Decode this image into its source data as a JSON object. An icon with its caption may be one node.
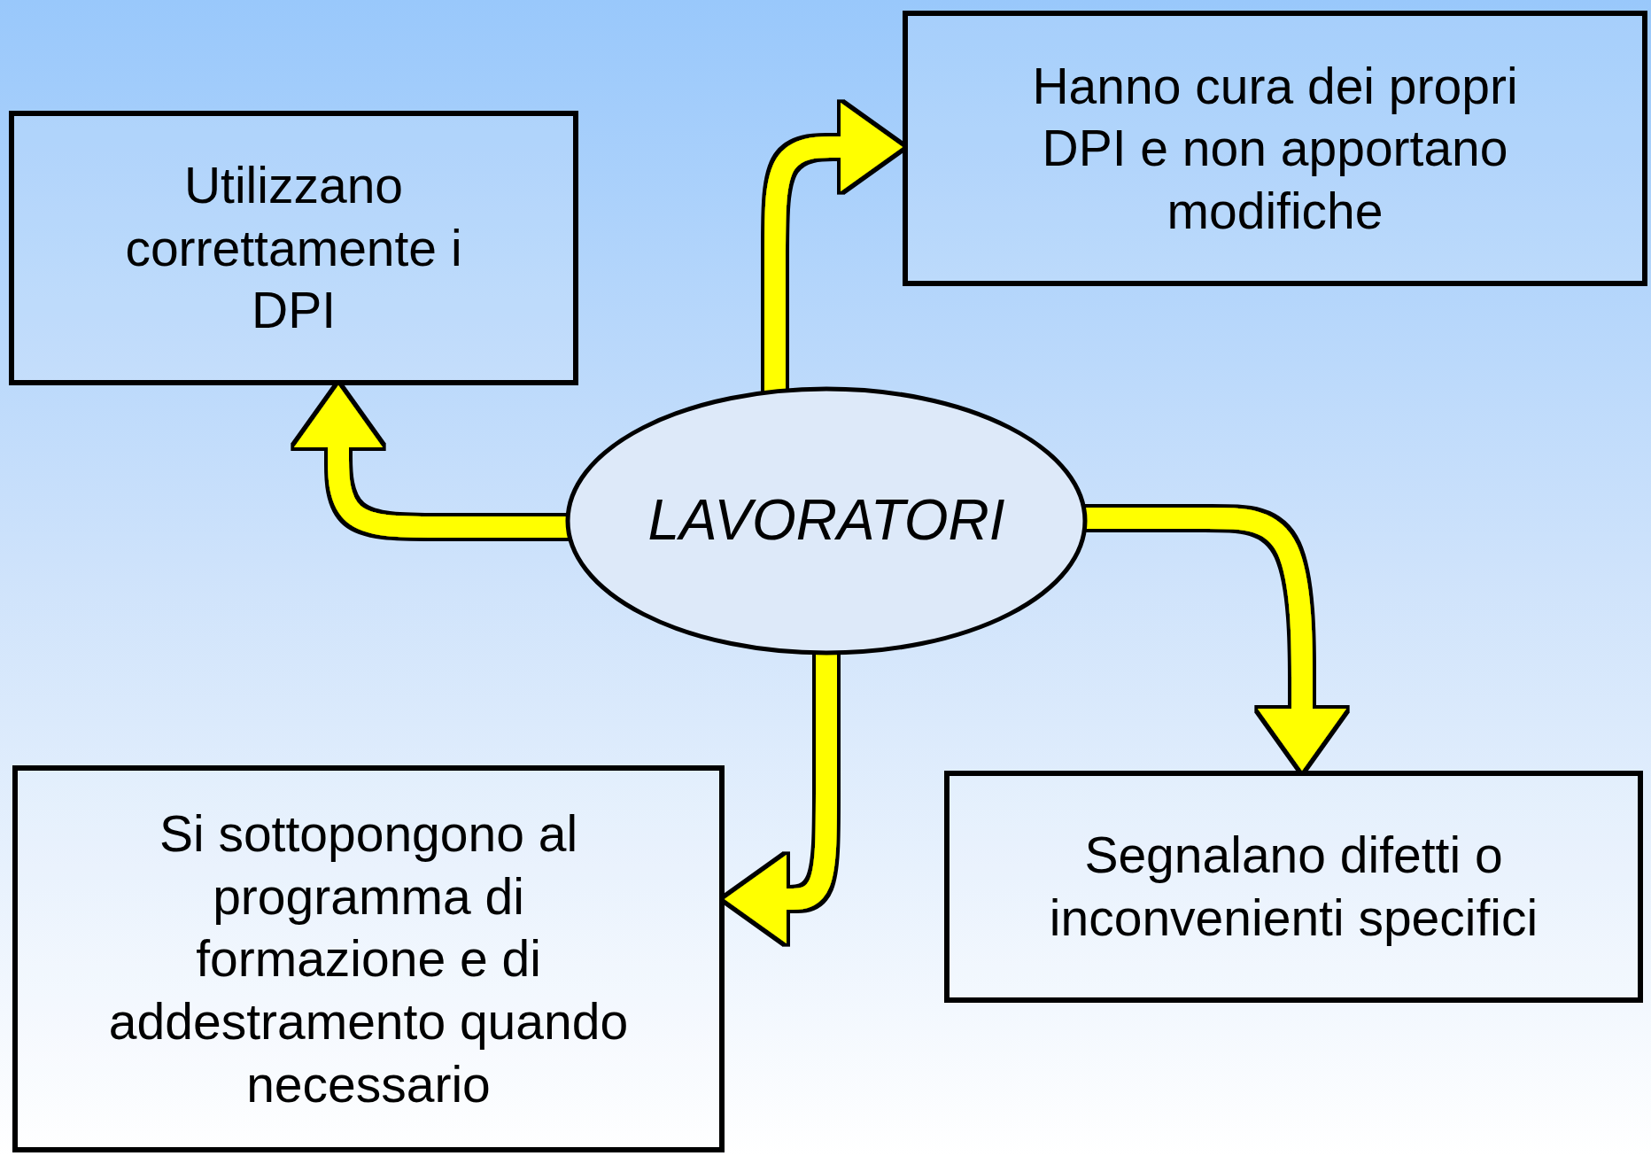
{
  "diagram": {
    "nodes": [
      {
        "text": [
          "Utilizzano correttamente i DPI"
        ]
      },
      {
        "text": [
          "Hanno cura dei propri DPI e non apportano modifiche"
        ]
      },
      {
        "text": [
          "LAVORATORI"
        ]
      },
      {
        "text": [
          "Si sottopongono al programma di formazione e di addestramento quando necessario"
        ]
      },
      {
        "text": [
          "Segnalano difetti o inconvenienti specifici"
        ]
      }
    ],
    "edges": [
      {
        "from": 2,
        "to": 0,
        "arrow": "to"
      },
      {
        "from": 2,
        "to": 1,
        "arrow": "to"
      },
      {
        "from": 2,
        "to": 4,
        "arrow": "to"
      },
      {
        "from": 2,
        "to": 3,
        "arrow": "to"
      }
    ]
  }
}
